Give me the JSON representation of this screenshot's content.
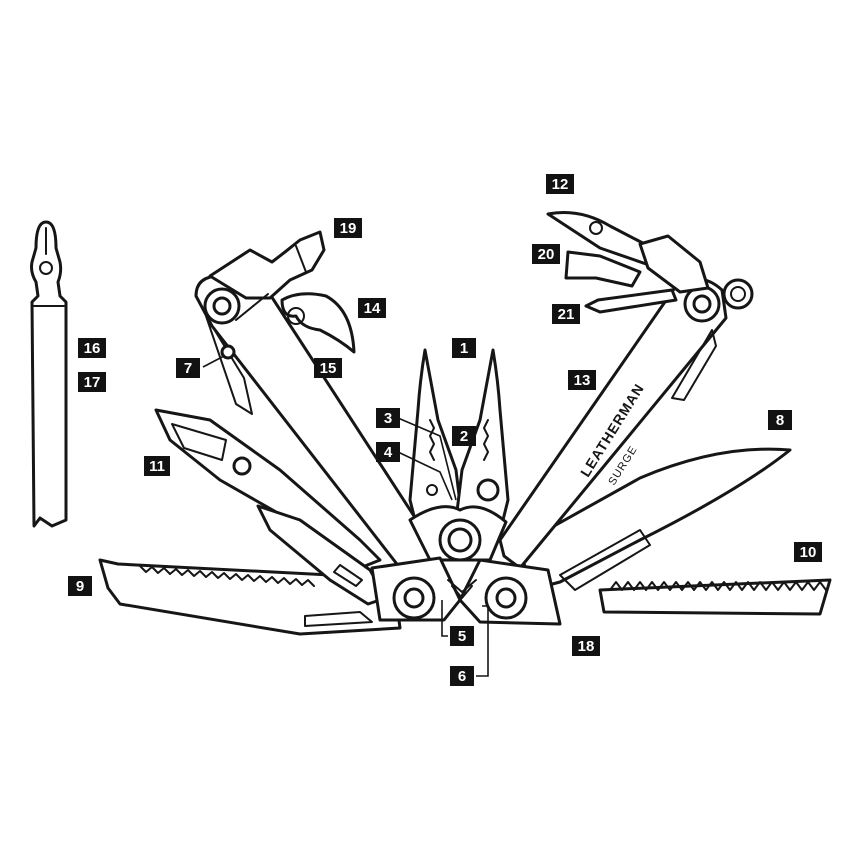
{
  "diagram": {
    "brand": "LEATHERMAN",
    "model": "SURGE",
    "callouts": [
      "1",
      "2",
      "3",
      "4",
      "5",
      "6",
      "7",
      "8",
      "9",
      "10",
      "11",
      "12",
      "13",
      "14",
      "15",
      "16",
      "17",
      "18",
      "19",
      "20",
      "21"
    ]
  },
  "colors": {
    "ink": "#161616",
    "label_bg": "#121212",
    "label_text": "#ffffff",
    "background": "#ffffff"
  }
}
